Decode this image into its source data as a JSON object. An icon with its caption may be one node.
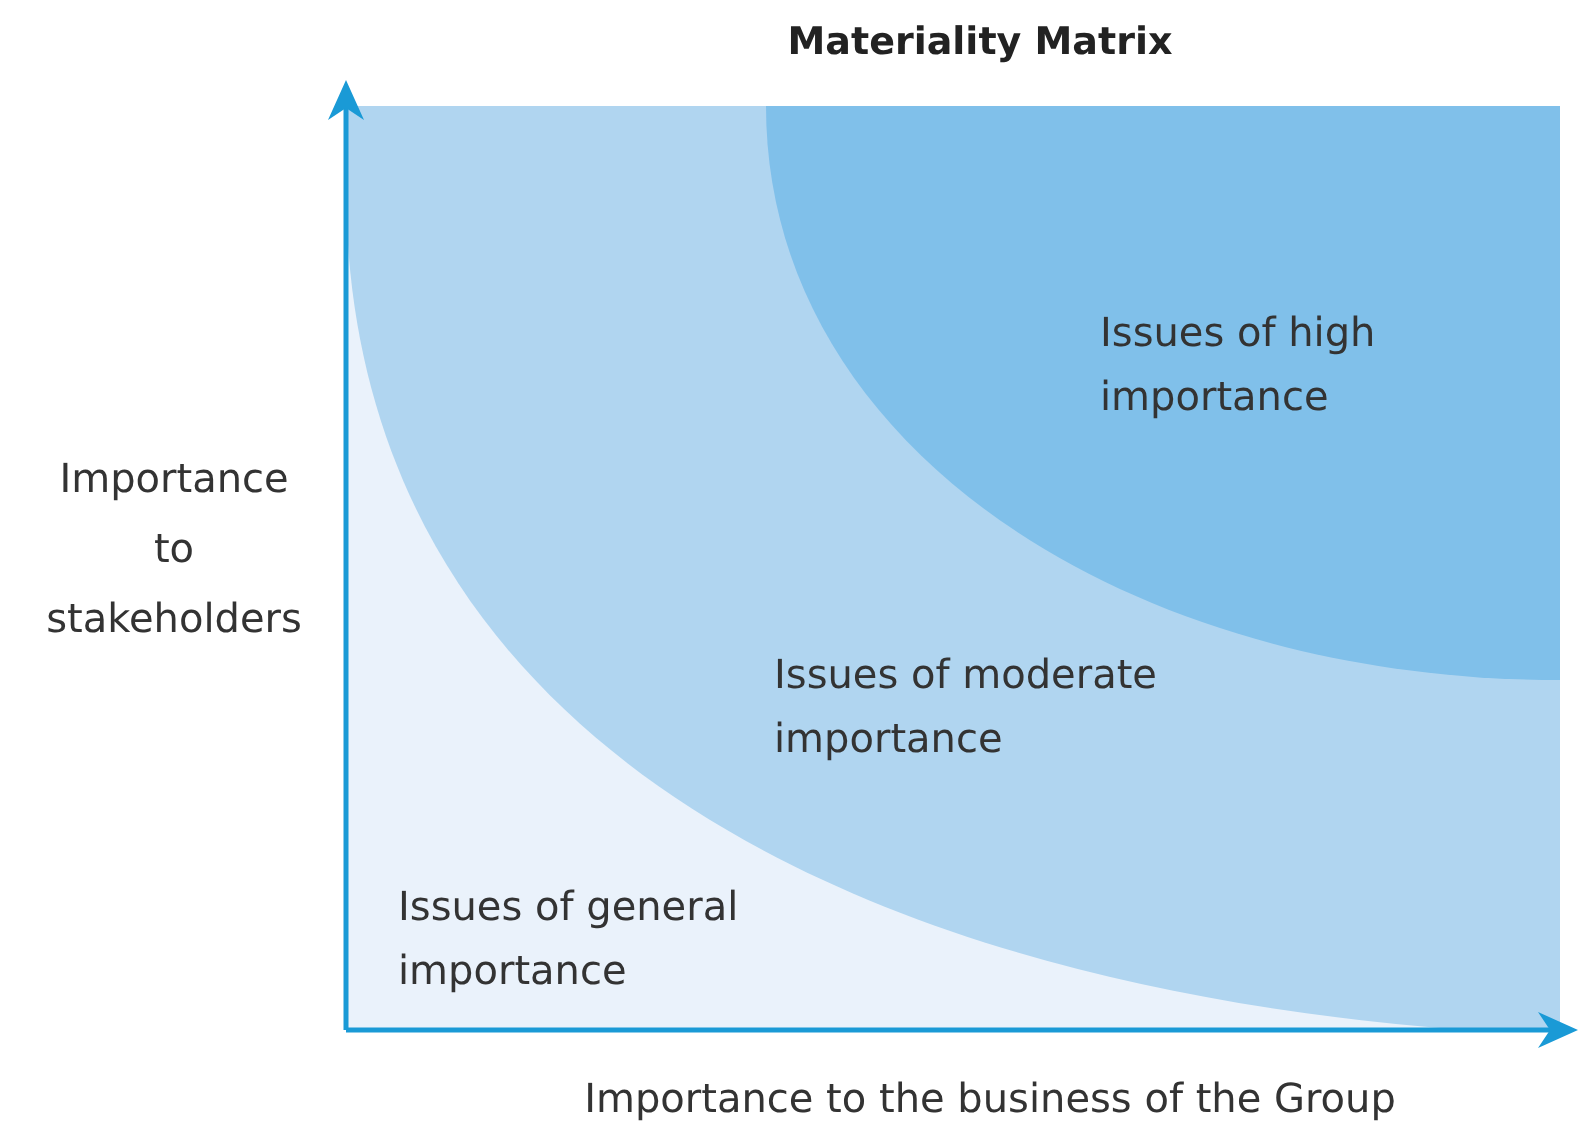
{
  "diagram": {
    "title": "Materiality Matrix",
    "nodes": [
      {
        "text": [
          "Issues of general importance"
        ]
      },
      {
        "text": [
          "Issues of moderate importance"
        ],
        "in": 0
      },
      {
        "text": [
          "Issues of high importance"
        ],
        "in": 1
      }
    ],
    "labels": [
      "Importance to stakeholders",
      "Importance to the business of the Group"
    ]
  }
}
